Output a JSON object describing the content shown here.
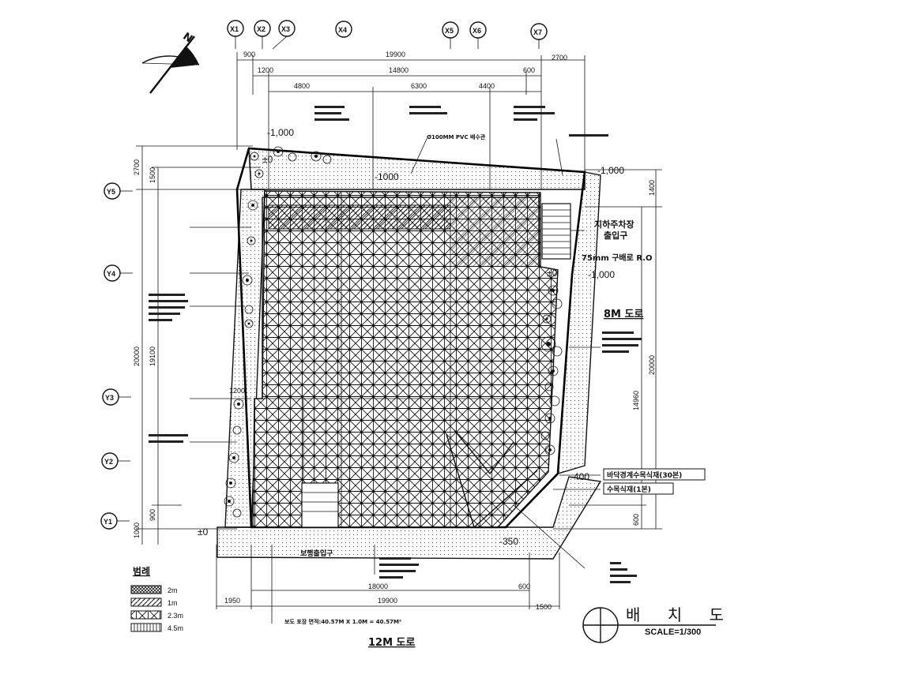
{
  "north_label": "N",
  "grid_x": [
    "X1",
    "X2",
    "X3",
    "X4",
    "X5",
    "X6",
    "X7"
  ],
  "grid_y": [
    "Y5",
    "Y4",
    "Y3",
    "Y2",
    "Y1"
  ],
  "dimensions": {
    "top_900": "900",
    "top_19900": "19900",
    "top_2700": "2700",
    "top_1200": "1200",
    "top_14800": "14800",
    "top_600": "600",
    "top_4800": "4800",
    "top_6300": "6300",
    "top_4400": "4400",
    "bottom_1950": "1950",
    "bottom_19900": "19900",
    "bottom_1500": "1500",
    "bottom_18000": "18000",
    "bottom_600": "600",
    "left_2700": "2700",
    "left_1500": "1500",
    "left_20000": "20000",
    "left_19100": "19100",
    "left_900": "900",
    "left_1000": "1000",
    "left_1200": "1200",
    "right_1400": "1400",
    "right_20000": "20000",
    "right_14960": "14960",
    "right_600": "600"
  },
  "levels": {
    "lvl_minus1000_top": "-1,000",
    "lvl_pm0_top": "±0",
    "lvl_minus1000_mid": "-1000",
    "lvl_minus1000_right": "-1,000",
    "lvl_pm0_right": "±0",
    "lvl_minus1000_right2": "-1,000",
    "lvl_minus400": "-400",
    "lvl_minus350": "-350",
    "lvl_pm0_bottom": "±0"
  },
  "notes": {
    "pvc_pipe": "Ø100MM PVC 배수관",
    "ramp_slope": "75mm 구배로 R.O",
    "parking_entrance_1": "지하주차장",
    "parking_entrance_2": "출입구",
    "road_right": "8M 도로",
    "road_bottom": "12M 도로",
    "pedestrian_entrance": "보행출입구",
    "area_note": "보도 포장 면적:40.57M X 1.0M = 40.57M²",
    "tag_30": "바닥경계수목식재(30본)",
    "tag_1": "수목식재(1본)"
  },
  "legend": {
    "title": "범례",
    "items": [
      "2m",
      "1m",
      "2.3m",
      "4.5m"
    ]
  },
  "title_block": {
    "title": "배 치 도",
    "scale": "SCALE=1/300"
  }
}
